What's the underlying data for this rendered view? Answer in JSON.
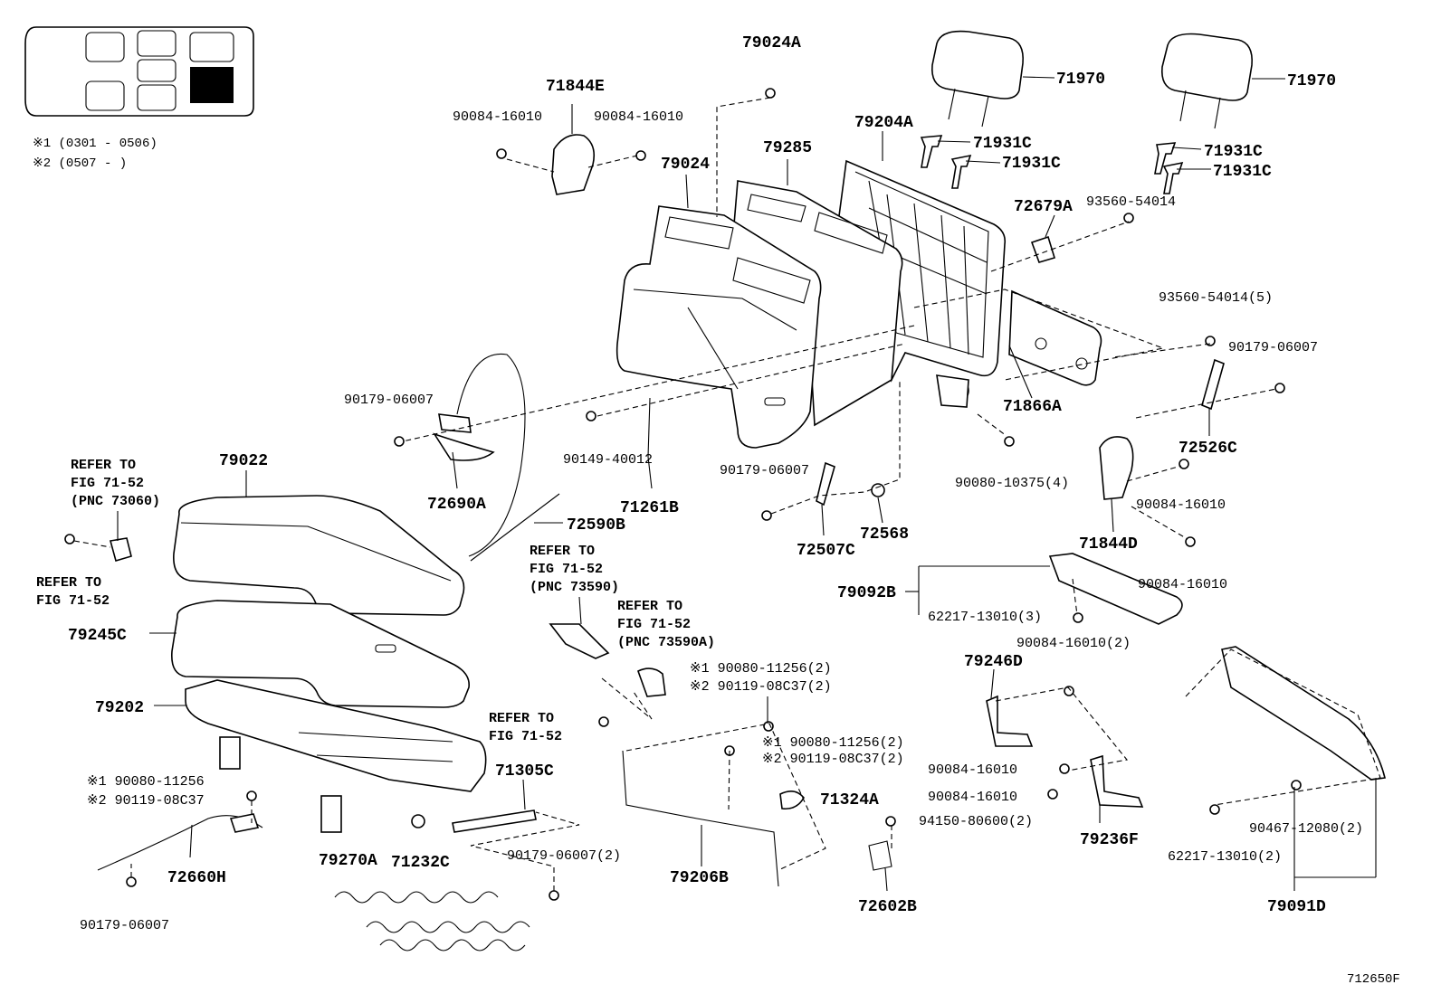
{
  "diagram_id": "712650F",
  "legend": {
    "note1": "※1 (0301 - 0506)",
    "note2": "※2 (0507 -       )"
  },
  "labels": {
    "p79024A": "79024A",
    "p71844E": "71844E",
    "p90084_16010_a": "90084-16010",
    "p90084_16010_b": "90084-16010",
    "p71970_a": "71970",
    "p71970_b": "71970",
    "p79204A": "79204A",
    "p79285": "79285",
    "p79024": "79024",
    "p71931C_a": "71931C",
    "p71931C_b": "71931C",
    "p71931C_c": "71931C",
    "p71931C_d": "71931C",
    "p72679A": "72679A",
    "p93560_54014": "93560-54014",
    "p93560_54014_5": "93560-54014(5)",
    "p90179_06007_a": "90179-06007",
    "p90179_06007_b": "90179-06007",
    "p71866A": "71866A",
    "p72526C": "72526C",
    "p90149_40012": "90149-40012",
    "p71261B": "71261B",
    "p72690A": "72690A",
    "p72590B": "72590B",
    "p79022": "79022",
    "p90179_06007_c": "90179-06007",
    "p72507C": "72507C",
    "p72568": "72568",
    "p90080_10375_4": "90080-10375(4)",
    "p90084_16010_c": "90084-16010",
    "p71844D": "71844D",
    "p90084_16010_d": "90084-16010",
    "p79092B": "79092B",
    "p62217_13010_3": "62217-13010(3)",
    "p90084_16010_2": "90084-16010(2)",
    "p79245C": "79245C",
    "p79202": "79202",
    "p79246D": "79246D",
    "p90080_11256_2_a": "※1 90080-11256(2)",
    "p90119_08C37_2_a": "※2 90119-08C37(2)",
    "p90080_11256_2_b": "※1 90080-11256(2)",
    "p90119_08C37_2_b": "※2 90119-08C37(2)",
    "p90080_11256": "※1 90080-11256",
    "p90119_08C37": "※2 90119-08C37",
    "p71305C": "71305C",
    "p71324A": "71324A",
    "p90084_16010_e": "90084-16010",
    "p90084_16010_f": "90084-16010",
    "p79236F": "79236F",
    "p94150_80600_2": "94150-80600(2)",
    "p90467_12080_2": "90467-12080(2)",
    "p62217_13010_2": "62217-13010(2)",
    "p79091D": "79091D",
    "p72660H": "72660H",
    "p79270A": "79270A",
    "p71232C": "71232C",
    "p90179_06007_2": "90179-06007(2)",
    "p79206B": "79206B",
    "p72602B": "72602B",
    "p90179_06007_d": "90179-06007"
  },
  "refs": {
    "ref1": [
      "REFER TO",
      "FIG 71-52",
      "(PNC 73060)"
    ],
    "ref2": [
      "REFER TO",
      "FIG 71-52"
    ],
    "ref3": [
      "REFER TO",
      "FIG 71-52",
      "(PNC 73590)"
    ],
    "ref4": [
      "REFER TO",
      "FIG 71-52",
      "(PNC 73590A)"
    ],
    "ref5": [
      "REFER TO",
      "FIG 71-52"
    ]
  }
}
